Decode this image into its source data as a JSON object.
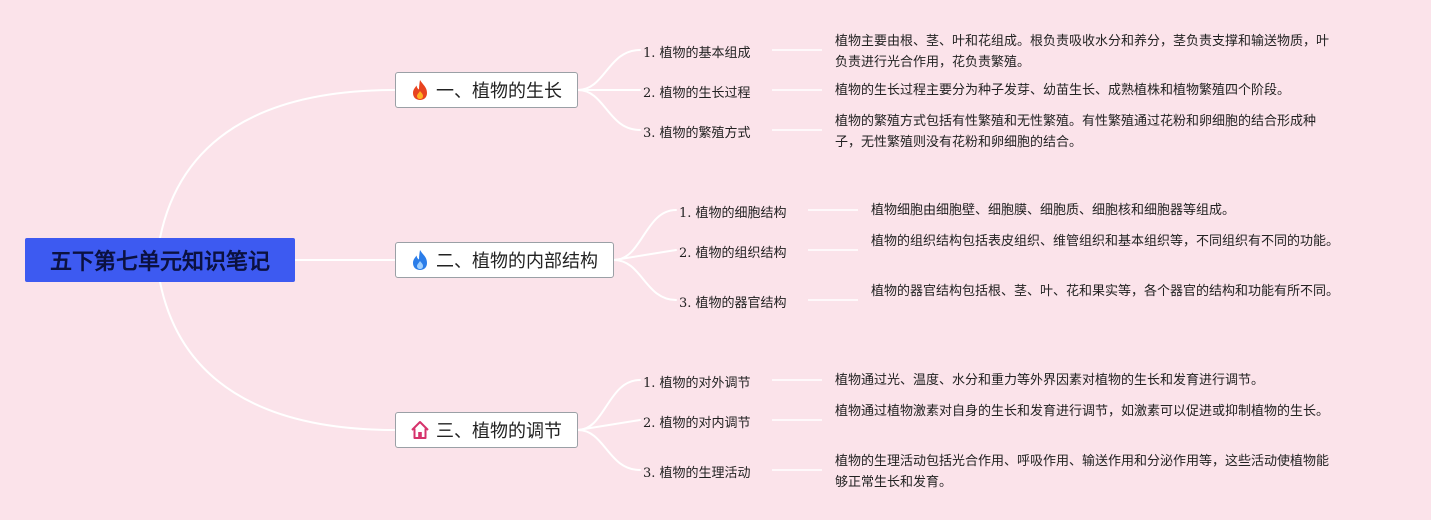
{
  "root": {
    "title": "五下第七单元知识笔记"
  },
  "branches": [
    {
      "label": "一、植物的生长",
      "icon": "fire-icon",
      "icon_color": "#e8431f",
      "topics": [
        {
          "label": "1. 植物的基本组成",
          "desc": "植物主要由根、茎、叶和花组成。根负责吸收水分和养分，茎负责支撑和输送物质，叶负责进行光合作用，花负责繁殖。"
        },
        {
          "label": "2. 植物的生长过程",
          "desc": "植物的生长过程主要分为种子发芽、幼苗生长、成熟植株和植物繁殖四个阶段。"
        },
        {
          "label": "3. 植物的繁殖方式",
          "desc": "植物的繁殖方式包括有性繁殖和无性繁殖。有性繁殖通过花粉和卵细胞的结合形成种子，无性繁殖则没有花粉和卵细胞的结合。"
        }
      ]
    },
    {
      "label": "二、植物的内部结构",
      "icon": "blue-flame-icon",
      "icon_color": "#2b7de9",
      "topics": [
        {
          "label": "1. 植物的细胞结构",
          "desc": "植物细胞由细胞壁、细胞膜、细胞质、细胞核和细胞器等组成。"
        },
        {
          "label": "2. 植物的组织结构",
          "desc": "植物的组织结构包括表皮组织、维管组织和基本组织等，不同组织有不同的功能。"
        },
        {
          "label": "3. 植物的器官结构",
          "desc": "植物的器官结构包括根、茎、叶、花和果实等，各个器官的结构和功能有所不同。"
        }
      ]
    },
    {
      "label": "三、植物的调节",
      "icon": "house-icon",
      "icon_color": "#d6336c",
      "topics": [
        {
          "label": "1. 植物的对外调节",
          "desc": "植物通过光、温度、水分和重力等外界因素对植物的生长和发育进行调节。"
        },
        {
          "label": "2. 植物的对内调节",
          "desc": "植物通过植物激素对自身的生长和发育进行调节，如激素可以促进或抑制植物的生长。"
        },
        {
          "label": "3. 植物的生理活动",
          "desc": "植物的生理活动包括光合作用、呼吸作用、输送作用和分泌作用等，这些活动使植物能够正常生长和发育。"
        }
      ]
    }
  ]
}
